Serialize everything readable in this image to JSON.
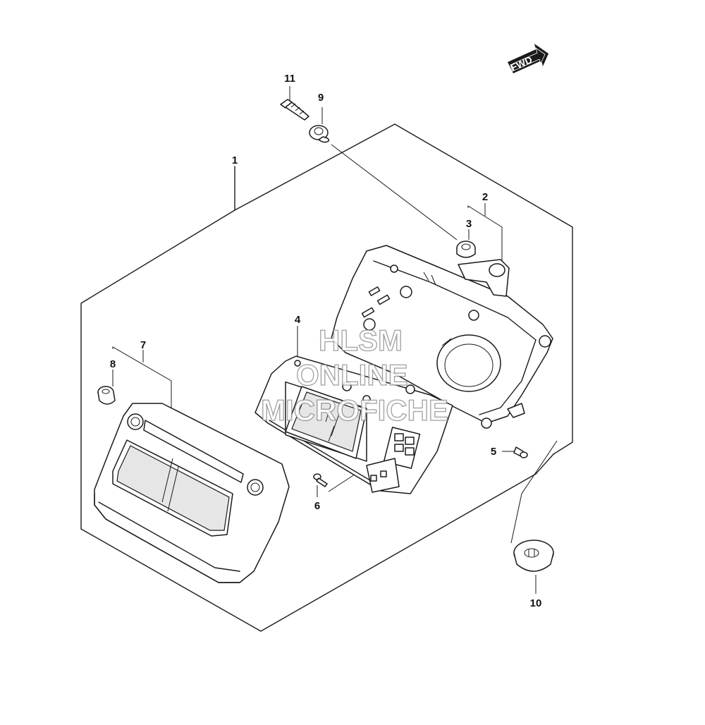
{
  "diagram": {
    "fwd_label": "FWD",
    "watermark": {
      "line1": "HLSM",
      "line2": "ONLINE",
      "line3": "MICROFICHE"
    },
    "callouts": [
      {
        "id": "1",
        "label": "1"
      },
      {
        "id": "2",
        "label": "2"
      },
      {
        "id": "3",
        "label": "3"
      },
      {
        "id": "4",
        "label": "4"
      },
      {
        "id": "5",
        "label": "5"
      },
      {
        "id": "6",
        "label": "6"
      },
      {
        "id": "7",
        "label": "7"
      },
      {
        "id": "8",
        "label": "8"
      },
      {
        "id": "9",
        "label": "9"
      },
      {
        "id": "10",
        "label": "10"
      },
      {
        "id": "11",
        "label": "11"
      }
    ]
  }
}
